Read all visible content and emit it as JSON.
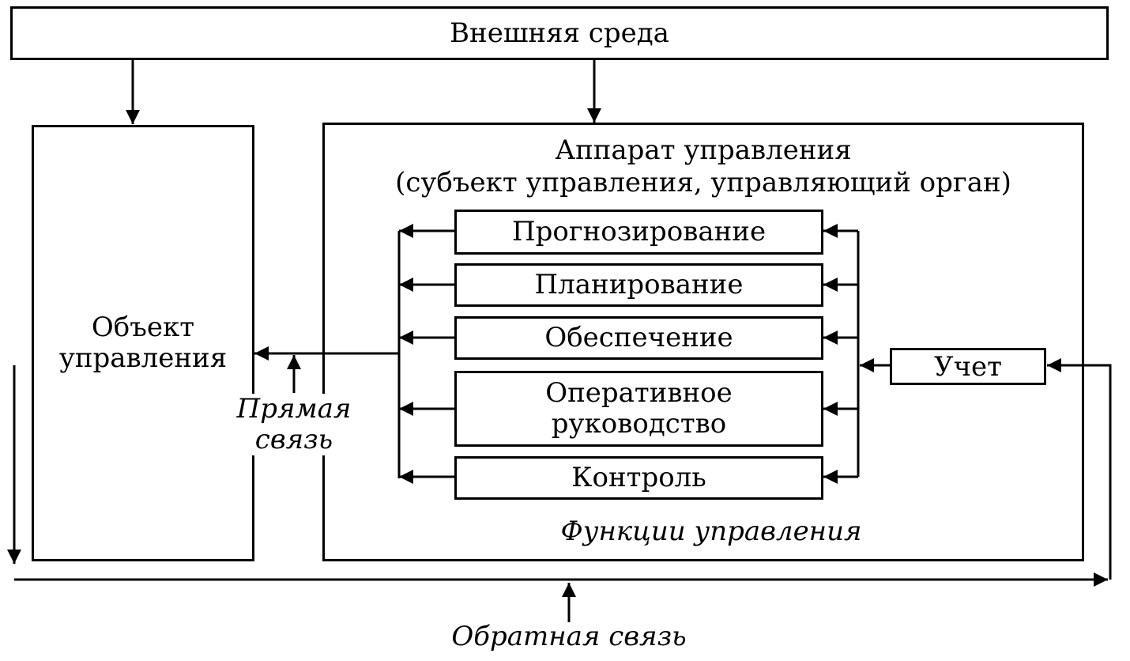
{
  "external_environment": "Внешняя среда",
  "control_object": {
    "line1": "Объект",
    "line2": "управления"
  },
  "management_apparatus": {
    "line1": "Аппарат управления",
    "line2": "(субъект управления, управляющий орган)"
  },
  "functions": [
    "Прогнозирование",
    "Планирование",
    "Обеспечение",
    "Оперативное руководство",
    "Контроль"
  ],
  "functions_caption": "Функции управления",
  "accounting": "Учет",
  "direct_link": {
    "line1": "Прямая",
    "line2": "связь"
  },
  "feedback": "Обратная связь"
}
